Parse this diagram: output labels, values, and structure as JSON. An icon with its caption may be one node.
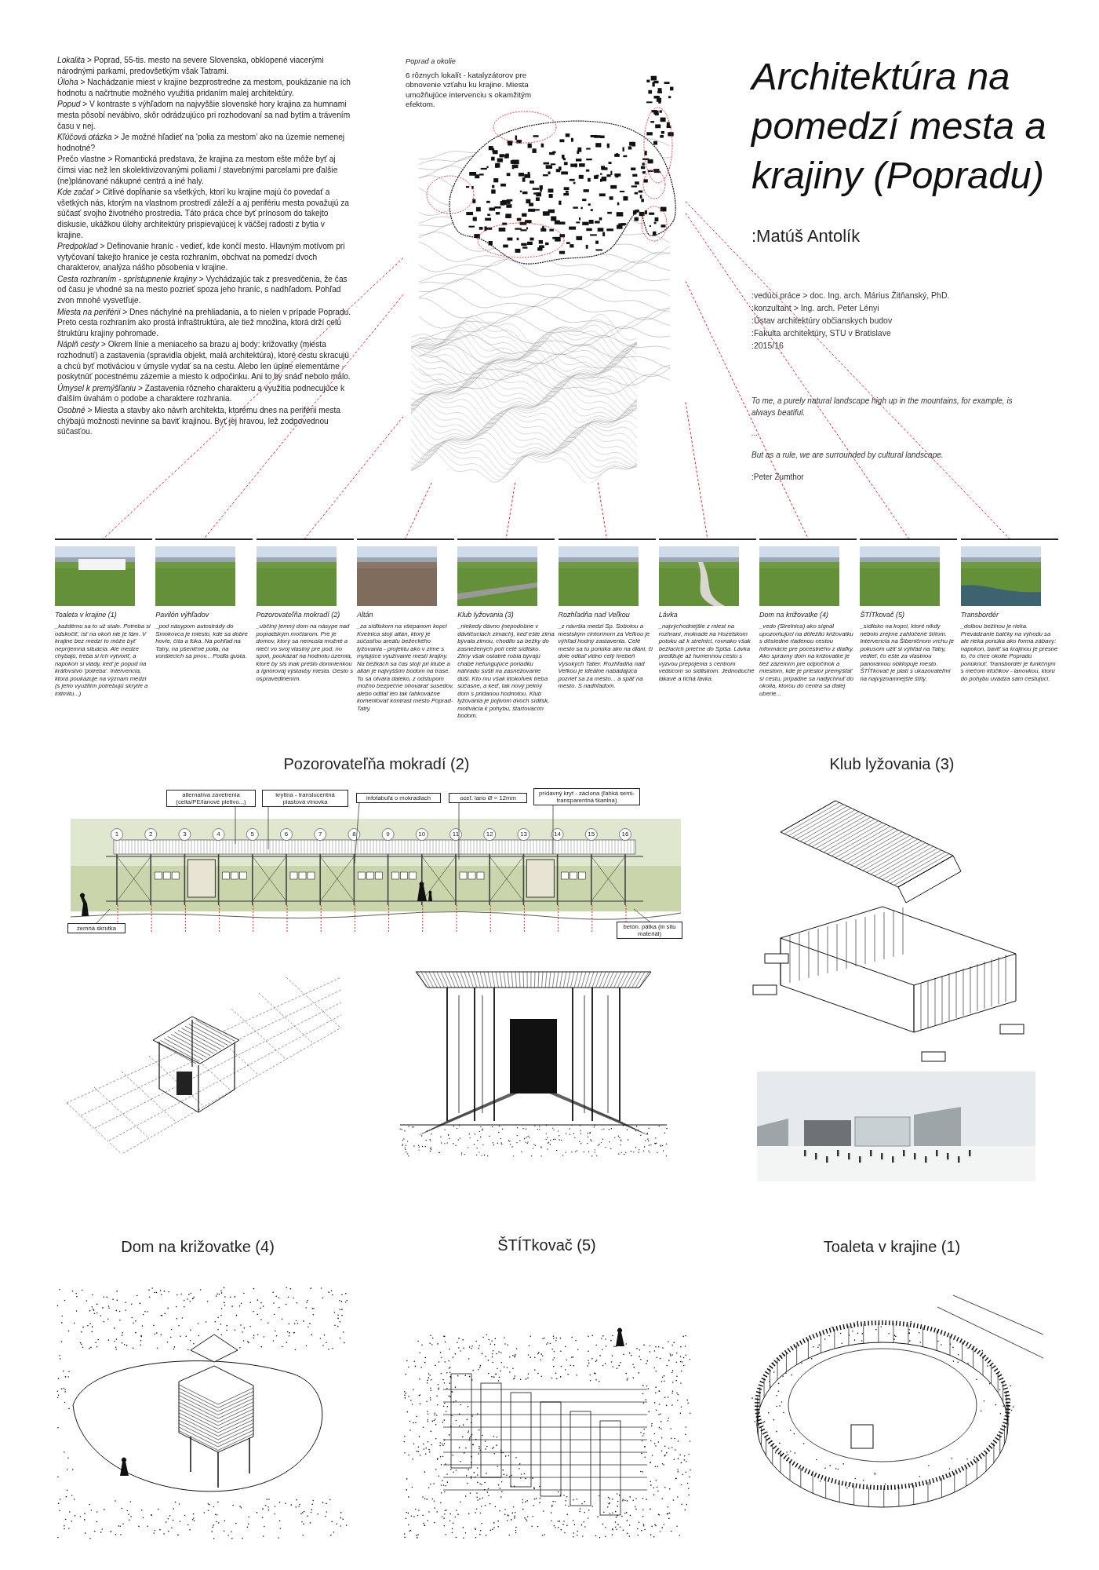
{
  "diagram": {
    "title": "Architektúra na pomedzí mesta a krajiny (Popradu)",
    "nodes": [
      {
        "text": [
          "Poprad a okolie",
          "6 rôznych lokalít - katalyzátorov pre obnovenie vzťahu ku krajine. Miesta umožňujúce intervenciu s okamžitým efektom."
        ]
      },
      {
        "text": [
          "Toaleta v krajine (1)",
          "_každému sa to už stalo. Potreba si odskočiť, ísť na okoň nie je fám. V krajine bez medzí to môže byť nepríjemná situácia. Ale medze chýbajú, treba si ich vytvoriť, a napokon si vlády, keď je popud na kráľovstvo 'potreba'. Intervencia, ktorá poukazuje na význam medzí (s jeho využitím potrebujú skrytie a intimitu...)"
        ]
      },
      {
        "text": [
          "Pavilón výhľadov",
          "_pod násypom autostrády do Smokovca je miesto, kde sa dobre hovie, číta a fúka. Na pohľad na Tatry, na pšeničné polia, na vonšiecich sa pnov... Podľa gusta."
        ]
      },
      {
        "text": [
          "Pozorovateľňa mokradí (2)",
          "_ubčiný jemný dom na násype nad popradským močiarom. Pre je domov, ktorý sa nemusia možné a niečí vo svoj vlastný pre pod, no spoň, poukázať na hodnotu územia, ktoré by sis inak prešlo domnienkou a ignorovaj výstavby mesta. Gesto s ospravedlnením."
        ]
      },
      {
        "text": [
          "Altán",
          "_za sídliskom na všepanom kopci Kvetnica stojí altán, ktorý je súčasťou areálu bežeckého lyžovania - projektu ako v zime s mytujúce využívanie mestí krajiny. Na bežkách sa čas stojí pri klube a altán je najvyšším bodom na trase. Tu sa otvára daleko, z odstupom možno bezpečne ohovárať susedov, alebo odtiaľ len tak ľahkovážne komentovať kontrast mesto Poprad-Tatry."
        ]
      },
      {
        "text": [
          "Klub lyžovania (3)",
          "_niekedy dávno (nepodobne v dávtičuciach zimách), keď ešte zima bývala zimou, chodilo sa bežky do zasnežených polí celé sídlisko. Zimy však ostatné robia bývajú chabé nefungujúce poriadku náhradu súšti na zasnežovanie dúši. Kto mu však ktokoľvek treba súčasne, a keď, tak nový pekný dom s pridanou hodnotou. Klub lyžovania je pojivom dvoch sídlisk, motivácia k pohybu, štartovacím bodom."
        ]
      },
      {
        "text": [
          "Rozhľadňa nad Veľkou",
          "_z návršia medzi Sp. Sobotou a mestským cintorínom za Veľkou je výhľad hodný zastavenia. Celé mesto sa tu ponúka ako na dlani, či dole odtiaľ vidno celý hrebeň Vysokých Tatier. Rozhľadňa nad Veľkou je ideálne nabádajúca pozrieť sa za mesto... a späť na mesto. S nadhľadom."
        ]
      },
      {
        "text": [
          "Lávka",
          "_najvýchodnejšie z miest na rozhraní, mokrade na Hozelskom potoku až k strelnici, rovnako však bežiacich priečne do Spiša. Lávka predlžuje až humennou cestu s výzvou prepojenia s centrom vedúcom so sídliskom. Jednoduché lákavé a tichá lávka."
        ]
      },
      {
        "text": [
          "Dom na križovatke (4)",
          "_vedo (Strelnica) ako signál upozorňujúci na dôležitú križovatku s dôsledne riadenou cestou informácie pre pocestného z diaľky. Ako správny dom na križovatke je tiež zázemím pre odpočinok a miestom, kde je priestor premýšľať si cestu, prípadne sa nadýchnuť do okolia, ktorou do centra sa ďalej uberie..."
        ]
      },
      {
        "text": [
          "ŠTÍTkovač (5)",
          "_sídlisko na kopci, ktoré nikdy nebolo zrejme zahlúčené štítom. Intervencia na Šibeničnom vrchu je pokusom užiť si výhľad na Tatry, vedieť, čo ešte za vlastnou panorámou obklopuje mesto. ŠTÍTkovač je platí s ukazovateľmi na najvýznamnejšie štíty."
        ]
      },
      {
        "text": [
          "Transbordér",
          "_dolbou bežinou je rieka. Prevádzanie baičky na výhodu sa ale rieka ponúka ako forma zábavy: napokon, baviť sa krajinou je presne to, čo chce okolie Popradu ponúknuť. Transbordér je funkčným s mečom kľúčikov - lanovkou, ktorú do pohybu uvádza sám cestujúci."
        ]
      },
      {
        "text": [
          "alternatíva zavetrenia (celta/PE/lanové pletivo...)"
        ]
      },
      {
        "text": [
          "krytina - translucentná plastová vlnovka"
        ]
      },
      {
        "text": [
          "infotabuľa o mokradiach"
        ]
      },
      {
        "text": [
          "oceľ. lano Ø = 12mm"
        ]
      },
      {
        "text": [
          "prídavný kryt - záclona (ľahká semi-transparentná tkanina)"
        ]
      },
      {
        "text": [
          "zemná skrutka"
        ]
      },
      {
        "text": [
          "betón. pätka (in situ materiál)"
        ]
      }
    ],
    "edges": [
      {
        "from": 0,
        "to": 1,
        "arrow": "none",
        "style": "dashed",
        "color": "#e8202a"
      },
      {
        "from": 0,
        "to": 2,
        "arrow": "none",
        "style": "dashed",
        "color": "#e8202a"
      },
      {
        "from": 0,
        "to": 3,
        "arrow": "none",
        "style": "dashed",
        "color": "#e8202a"
      },
      {
        "from": 0,
        "to": 4,
        "arrow": "none",
        "style": "dashed",
        "color": "#e8202a"
      },
      {
        "from": 0,
        "to": 5,
        "arrow": "none",
        "style": "dashed",
        "color": "#e8202a"
      },
      {
        "from": 0,
        "to": 6,
        "arrow": "none",
        "style": "dashed",
        "color": "#e8202a"
      },
      {
        "from": 0,
        "to": 7,
        "arrow": "none",
        "style": "dashed",
        "color": "#e8202a"
      },
      {
        "from": 0,
        "to": 8,
        "arrow": "none",
        "style": "dashed",
        "color": "#e8202a"
      },
      {
        "from": 0,
        "to": 9,
        "arrow": "none",
        "style": "dashed",
        "color": "#e8202a"
      },
      {
        "from": 0,
        "to": 10,
        "arrow": "none",
        "style": "dashed",
        "color": "#e8202a"
      },
      {
        "from": 11,
        "to": null,
        "arrow": "none",
        "color": "#222222"
      },
      {
        "from": 12,
        "to": null,
        "arrow": "none",
        "color": "#222222"
      },
      {
        "from": 13,
        "to": null,
        "arrow": "none",
        "color": "#222222"
      },
      {
        "from": 14,
        "to": null,
        "arrow": "none",
        "color": "#222222"
      },
      {
        "from": 15,
        "to": null,
        "arrow": "none",
        "color": "#222222"
      },
      {
        "from": 16,
        "to": null,
        "arrow": "none",
        "color": "#222222"
      },
      {
        "from": 17,
        "to": null,
        "arrow": "none",
        "color": "#222222"
      }
    ],
    "labels": [
      "*Lokalita* > Poprad, 55-tis. mesto na severe Slovenska, obklopené viacerými národnými parkami, predovšetkým však Tatrami.",
      "*Úloha* > Nachádzanie miest v krajine bezprostredne za mestom, poukázanie na ich hodnotu a načrtnutie možného využitia pridaním malej architektúry.",
      "*Popud* > V kontraste s výhľadom na najvyššie slovenské hory krajina za humnami mesta pôsobí nevábivo, skôr odrádzujúco pri rozhodovaní sa nad bytím a trávením času v nej.",
      "*Kľúčová otázka* > Je možné hľadieť na 'polia za mestom' ako na územie nemenej hodnotné?",
      "Prečo vlastne > Romantická predstava, že krajina za mestom ešte môže byť aj čímsi viac než len skolektivizovanými poliami / stavebnými parcelami pre ďalšie (ne)plánované nákupné centrá a iné haly.",
      "*Kde začať* > Citlivé dopĺňanie sa všetkých, ktorí ku krajine majú čo povedať a všetkých nás, ktorým na vlastnom prostredí záleží a aj perifériu mesta považujú za súčasť svojho životného prostredia. Táto práca chce byť prínosom do takejto diskusie, ukážkou úlohy architektúry prispievajúcej k väčšej radosti z bytia v krajine.",
      "*Predpoklad* > Definovanie hraníc - vedieť, kde končí mesto. Hlavným motívom pri vytyčovaní takejto hranice je cesta rozhraním, obchvat na pomedzí dvoch charakterov, analýza nášho pôsobenia v krajine.",
      "*Cesta rozhraním - sprístupnenie krajiny* > Vychádzajúc tak z presvedčenia, že čas od času je vhodné sa na mesto pozrieť spoza jeho hraníc, s nadhľadom. Pohľad zvon mnohé vysvetľuje.",
      "*Miesta na periférii* > Dnes náchylné na prehliadania, a to nielen v prípade Popradu. Preto cesta rozhraním ako prostá infraštruktúra, ale tiež množina, ktorá drží celú štruktúru krajiny pohromade.",
      "*Náplň cesty* > Okrem línie a meniaceho sa brazu aj body: križovatky (miesta rozhodnutí) a zastavenia (spravidla objekt, malá architektúra), ktoré cestu skracujú a chcú byť motiváciou v úmysle vydať sa na cestu. Alebo len úplne elementárne - poskytnúť pocestnému zázemie a miesto k odpočinku. Ani to by snáď nebolo málo.",
      "*Úmysel k premýšľaniu* > Zastavenia rôzneho charakteru a využitia podnecujúce k ďalším úvahám o podobe a charaktere rozhrania.",
      "*Osobné* > Miesta a stavby ako návrh architekta, ktorému dnes na periférii mesta chýbajú možnosti nevinne sa baviť krajinou. Byť jej hravou, lež zodpovednou súčasťou.",
      ":Matúš Antolík",
      ":vedúci práce > doc. Ing. arch. Márius Žitňanský, PhD.",
      ":konzultant > Ing. arch. Peter Lényi",
      ":Ústav architektúry občianskych budov",
      ":Fakulta architektúry, STU v Bratislave",
      ":2015/16",
      "To me, a purely natural landscape high up in the mountains, for example, is always beatiful.",
      "...",
      "But as a rule, we are surrounded by cultural landscape.",
      ":Peter Zumthor",
      "Pozorovateľňa mokradí (2)",
      "Klub lyžovania (3)",
      "Dom na križovatke (4)",
      "ŠTÍTkovač (5)",
      "Toaleta v krajine (1)",
      "1",
      "2",
      "3",
      "4",
      "5",
      "6",
      "7",
      "8",
      "9",
      "10",
      "11",
      "12",
      "13",
      "14",
      "15",
      "16"
    ]
  }
}
